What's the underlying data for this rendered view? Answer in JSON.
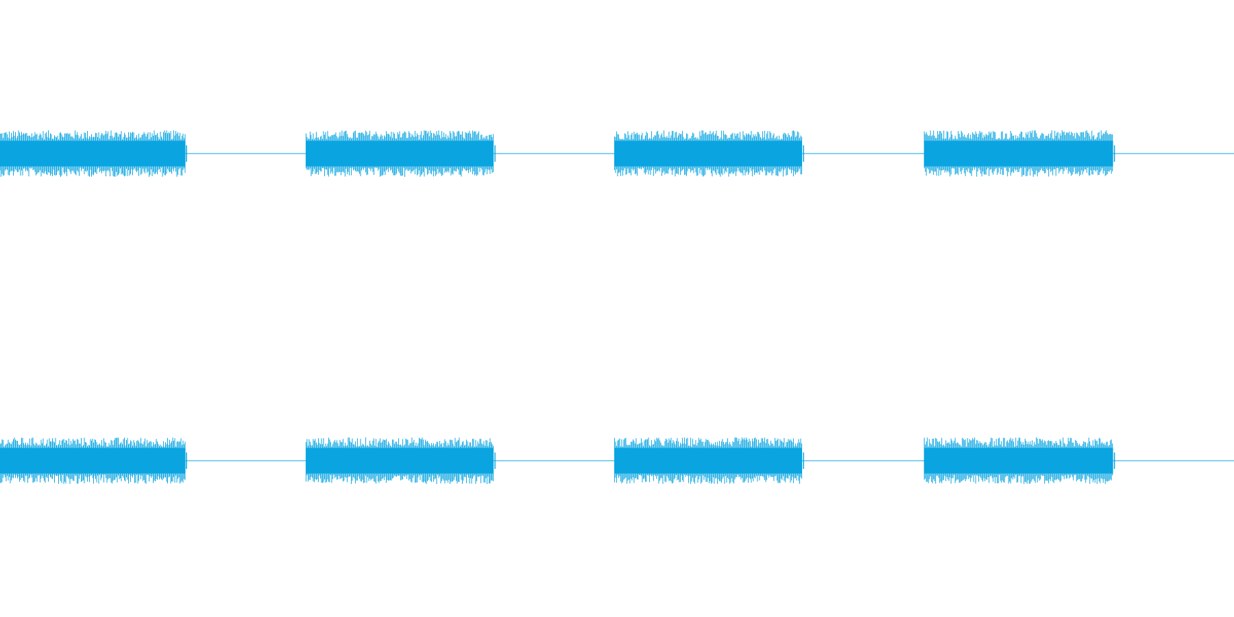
{
  "colors": {
    "background": "#ffffff",
    "waveform": "#0aa5e1"
  },
  "channels": [
    {
      "name": "",
      "bursts": [
        {
          "start": 0.0,
          "end": 0.15,
          "amplitude": 0.85
        },
        {
          "start": 0.248,
          "end": 0.4,
          "amplitude": 0.85
        },
        {
          "start": 0.498,
          "end": 0.65,
          "amplitude": 0.85
        },
        {
          "start": 0.749,
          "end": 0.902,
          "amplitude": 0.85
        }
      ]
    },
    {
      "name": "",
      "bursts": [
        {
          "start": 0.0,
          "end": 0.15,
          "amplitude": 0.85
        },
        {
          "start": 0.248,
          "end": 0.4,
          "amplitude": 0.85
        },
        {
          "start": 0.498,
          "end": 0.65,
          "amplitude": 0.85
        },
        {
          "start": 0.749,
          "end": 0.902,
          "amplitude": 0.85
        }
      ]
    }
  ]
}
